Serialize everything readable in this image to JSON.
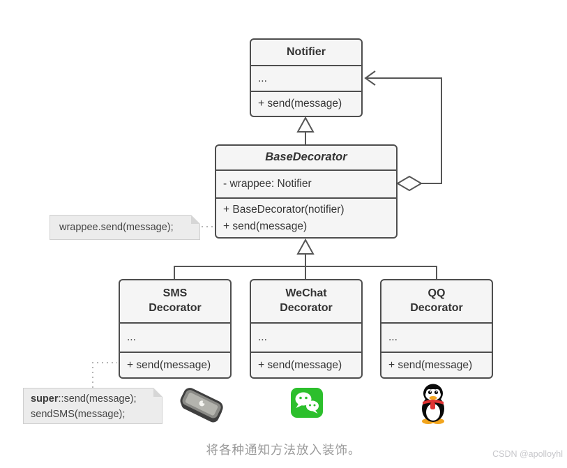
{
  "classes": {
    "notifier": {
      "name": "Notifier",
      "attr": "...",
      "method": "+ send(message)"
    },
    "base": {
      "name": "BaseDecorator",
      "field": "- wrappee: Notifier",
      "method1": "+ BaseDecorator(notifier)",
      "method2": "+ send(message)"
    },
    "sms": {
      "name1": "SMS",
      "name2": "Decorator",
      "attr": "...",
      "method": "+ send(message)"
    },
    "wechat": {
      "name1": "WeChat",
      "name2": "Decorator",
      "attr": "...",
      "method": "+ send(message)"
    },
    "qq": {
      "name1": "QQ",
      "name2": "Decorator",
      "attr": "...",
      "method": "+ send(message)"
    }
  },
  "notes": {
    "wrappee": {
      "text": "wrappee.send(message);"
    },
    "super": {
      "bold": "super",
      "rest": "::send(message);",
      "line2": "sendSMS(message);"
    }
  },
  "icons": {
    "phone": "smartphone-icon",
    "wechat": "wechat-icon",
    "qq": "qq-penguin-icon"
  },
  "caption": "将各种通知方法放入装饰。",
  "watermark": "CSDN @apolloyhl",
  "colors": {
    "box_fill": "#f5f5f5",
    "box_border": "#4e4e4e",
    "connector": "#565656",
    "note_fill": "#ececec",
    "note_border": "#cfcfcf",
    "dashed_connector": "#b5b5b5",
    "wechat_green": "#2cbf2c",
    "qq_scarf_red": "#e03434",
    "qq_feet_orange": "#f2a51e",
    "caption_gray": "#9a9a9a"
  }
}
